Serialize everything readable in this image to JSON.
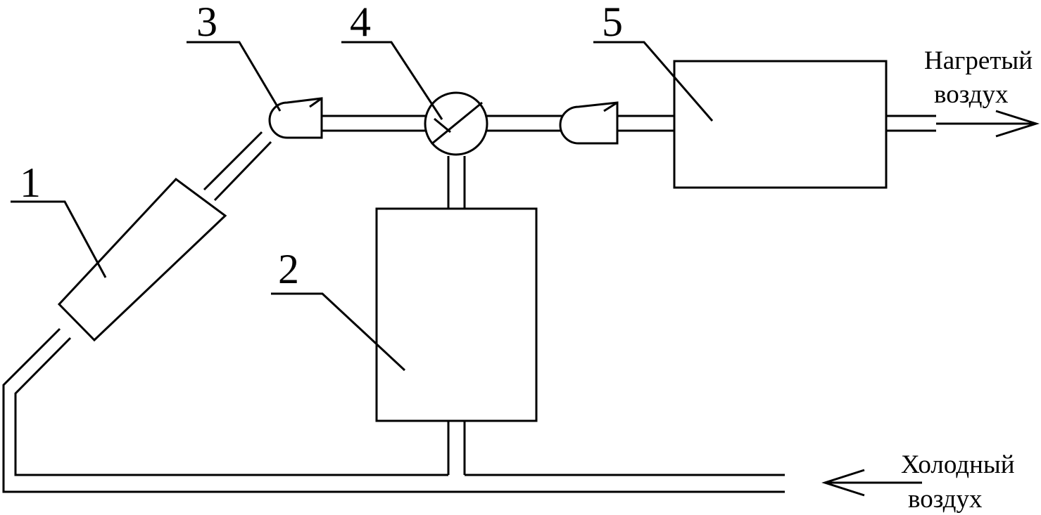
{
  "labels": {
    "n1": "1",
    "n2": "2",
    "n3": "3",
    "n4": "4",
    "n5": "5",
    "hot_line1": "Нагретый",
    "hot_line2": "воздух",
    "cold_line1": "Холодный",
    "cold_line2": "воздух"
  },
  "colors": {
    "stroke": "#000000",
    "background": "#ffffff"
  }
}
